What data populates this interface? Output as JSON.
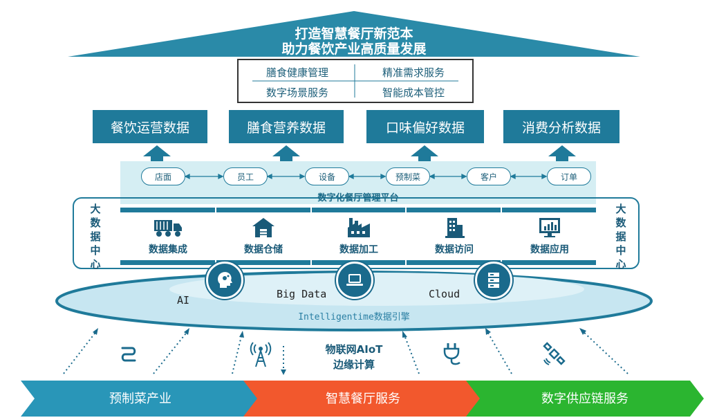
{
  "roof": {
    "line1": "打造智慧餐厅新范本",
    "line2": "助力餐饮产业高质量发展",
    "color": "#2a8aa8"
  },
  "goals": [
    "膳食健康管理",
    "精准需求服务",
    "数字场景服务",
    "智能成本管控"
  ],
  "data_boxes": [
    "餐饮运营数据",
    "膳食营养数据",
    "口味偏好数据",
    "消费分析数据"
  ],
  "flow_nodes": [
    "店面",
    "员工",
    "设备",
    "预制菜",
    "客户",
    "订单"
  ],
  "platform": {
    "title": "数字化餐厅管理平台",
    "side_label_left": "大数据中心",
    "side_label_right": "大数据中心",
    "functions": [
      {
        "label": "数据集成",
        "icon": "truck-icon"
      },
      {
        "label": "数据仓储",
        "icon": "warehouse-icon"
      },
      {
        "label": "数据加工",
        "icon": "factory-icon"
      },
      {
        "label": "数据访问",
        "icon": "building-icon"
      },
      {
        "label": "数据应用",
        "icon": "chart-monitor-icon"
      }
    ]
  },
  "engine": {
    "title": "Intelligentime数据引擎",
    "labels": [
      "AI",
      "Big Data",
      "Cloud"
    ],
    "icons": [
      "ai-head-icon",
      "laptop-icon",
      "server-icon"
    ]
  },
  "iot": {
    "line1": "物联网AIoT",
    "line2": "边缘计算",
    "icons": [
      "route-icon",
      "antenna-icon",
      "plug-icon",
      "satellite-icon"
    ]
  },
  "bands": [
    {
      "label": "预制菜产业",
      "color": "#2996b8"
    },
    {
      "label": "智慧餐厅服务",
      "color": "#f2582d"
    },
    {
      "label": "数字供应链服务",
      "color": "#2bb530"
    }
  ],
  "colors": {
    "primary": "#1f7a9a",
    "light": "#d5eef3",
    "engine": "#c7e6f1"
  }
}
